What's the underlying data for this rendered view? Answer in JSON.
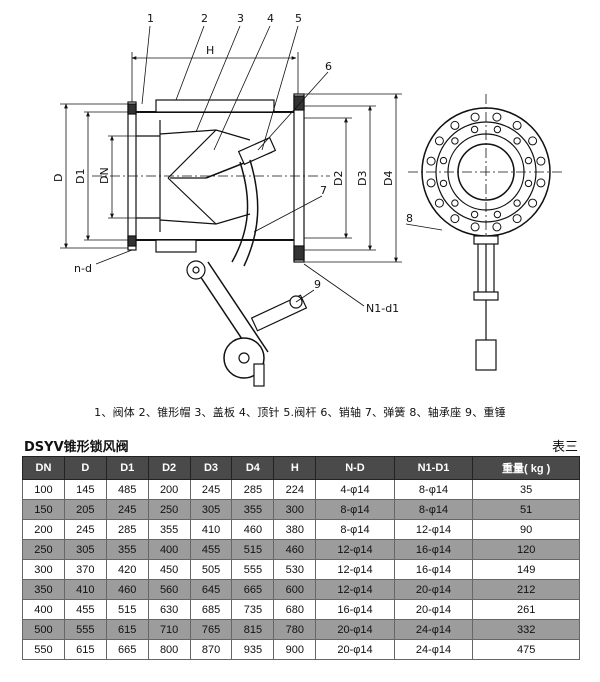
{
  "drawing": {
    "callouts": [
      "1",
      "2",
      "3",
      "4",
      "5",
      "6",
      "7",
      "8",
      "9"
    ],
    "dims": {
      "h": "H",
      "d": "D",
      "d1": "D1",
      "dn": "DN",
      "d2": "D2",
      "d3": "D3",
      "d4": "D4",
      "nd": "n-d",
      "n1d1": "N1-d1"
    }
  },
  "caption": "1、阀体 2、锥形帽 3、盖板 4、顶针 5.阀杆 6、销轴 7、弹簧 8、轴承座 9、重锤",
  "table_title": "DSYV锥形锁风阀",
  "table_no": "表三",
  "table": {
    "headers": [
      "DN",
      "D",
      "D1",
      "D2",
      "D3",
      "D4",
      "H",
      "N-D",
      "N1-D1",
      "重量( kg )"
    ],
    "rows": [
      [
        "100",
        "145",
        "485",
        "200",
        "245",
        "285",
        "224",
        "4-φ14",
        "8-φ14",
        "35"
      ],
      [
        "150",
        "205",
        "245",
        "250",
        "305",
        "355",
        "300",
        "8-φ14",
        "8-φ14",
        "51"
      ],
      [
        "200",
        "245",
        "285",
        "355",
        "410",
        "460",
        "380",
        "8-φ14",
        "12-φ14",
        "90"
      ],
      [
        "250",
        "305",
        "355",
        "400",
        "455",
        "515",
        "460",
        "12-φ14",
        "16-φ14",
        "120"
      ],
      [
        "300",
        "370",
        "420",
        "450",
        "505",
        "555",
        "530",
        "12-φ14",
        "16-φ14",
        "149"
      ],
      [
        "350",
        "410",
        "460",
        "560",
        "645",
        "665",
        "600",
        "12-φ14",
        "20-φ14",
        "212"
      ],
      [
        "400",
        "455",
        "515",
        "630",
        "685",
        "735",
        "680",
        "16-φ14",
        "20-φ14",
        "261"
      ],
      [
        "500",
        "555",
        "615",
        "710",
        "765",
        "815",
        "780",
        "20-φ14",
        "24-φ14",
        "332"
      ],
      [
        "550",
        "615",
        "665",
        "800",
        "870",
        "935",
        "900",
        "20-φ14",
        "24-φ14",
        "475"
      ]
    ]
  }
}
